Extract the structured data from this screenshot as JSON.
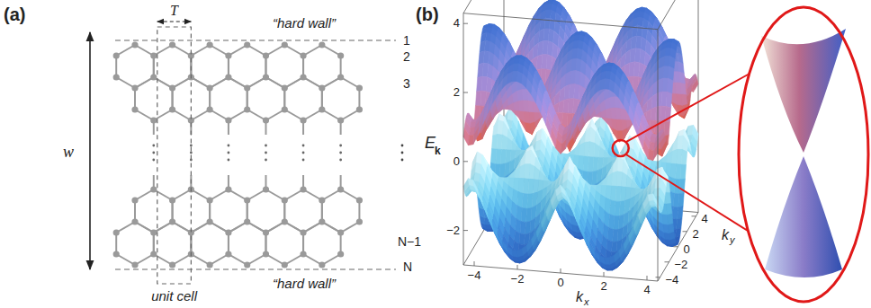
{
  "diagram": {
    "labels": [
      "(a)",
      "T",
      "“hard wall”",
      "1",
      "2",
      "3",
      "w",
      "N−1",
      "N",
      "unit cell",
      "“hard wall”",
      "(b)",
      "4",
      "2",
      "0",
      "−2",
      "E",
      "k",
      "−4",
      "−2",
      "0",
      "2",
      "4",
      "k",
      "x",
      "−4",
      "−2",
      "0",
      "2",
      "4",
      "k",
      "y"
    ]
  }
}
